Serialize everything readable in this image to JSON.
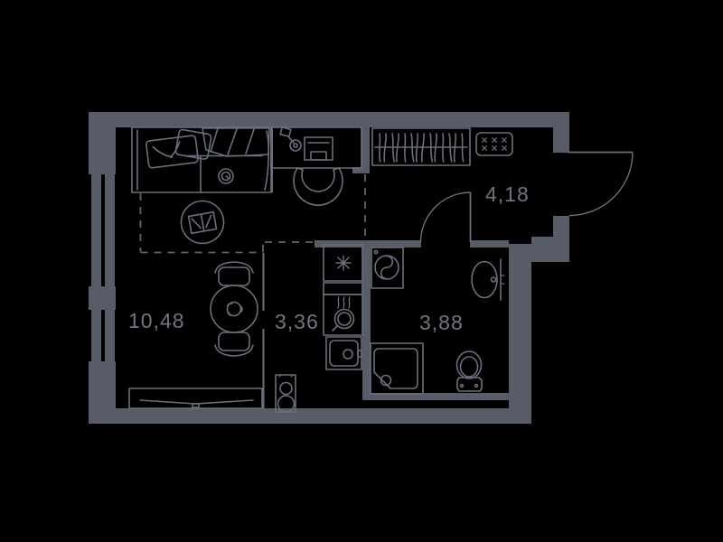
{
  "title": "studio-apartment-floor-plan",
  "palette": {
    "background": "#000000",
    "wall_fill": "#575C68",
    "fixture_line": "#6A6F7B",
    "dashed_zone_line": "#5F636E",
    "label_text": "#71757F"
  },
  "labels": {
    "living_area": "10,48",
    "kitchen_area": "3,36",
    "bathroom_area": "3,88",
    "hallway_area": "4,18"
  },
  "fixtures": [
    "bed-with-pillows-and-duvet",
    "rose-decor",
    "round-rug-with-book",
    "round-dining-table-with-flower",
    "dining-chair-top",
    "dining-chair-bottom",
    "tv-console",
    "desk",
    "desk-lamp",
    "computer-monitor",
    "desk-chair",
    "wardrobe-with-hangers",
    "electrical-panel",
    "fridge-snowflake",
    "hob-with-steam",
    "kitchen-sink",
    "two-burner-unit",
    "washing-machine",
    "shower-tray",
    "washbasin",
    "toilet",
    "entry-door-arc",
    "bathroom-door-arc",
    "window-left-upper",
    "window-left-lower"
  ]
}
